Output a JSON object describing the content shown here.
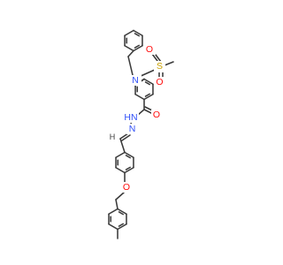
{
  "molecule": {
    "labels": {
      "n_sulfonamide": "N",
      "s_sulfonyl": "S",
      "o_sulfonyl_top": "O",
      "o_sulfonyl_bottom": "O",
      "o_carbonyl": "O",
      "nh_hydrazide": "HN",
      "n_imine": "N",
      "h_imine": "H",
      "o_ether": "O"
    }
  },
  "colors": {
    "bond": "#3a3a3a",
    "nitrogen": "#3050f8",
    "oxygen": "#ff0d0d",
    "sulfur": "#c8a000",
    "carbon": "#3a3a3a"
  }
}
